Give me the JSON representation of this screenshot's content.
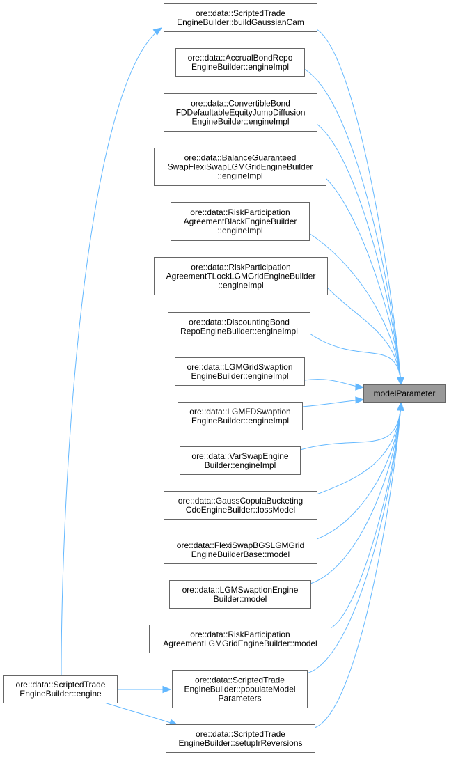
{
  "target": {
    "lines": [
      "modelParameter"
    ]
  },
  "root": {
    "lines": [
      "ore::data::ScriptedTrade",
      "EngineBuilder::engine"
    ]
  },
  "callers": [
    {
      "lines": [
        "ore::data::ScriptedTrade",
        "EngineBuilder::buildGaussianCam"
      ]
    },
    {
      "lines": [
        "ore::data::AccrualBondRepo",
        "EngineBuilder::engineImpl"
      ]
    },
    {
      "lines": [
        "ore::data::ConvertibleBond",
        "FDDefaultableEquityJumpDiffusion",
        "EngineBuilder::engineImpl"
      ]
    },
    {
      "lines": [
        "ore::data::BalanceGuaranteed",
        "SwapFlexiSwapLGMGridEngineBuilder",
        "::engineImpl"
      ]
    },
    {
      "lines": [
        "ore::data::RiskParticipation",
        "AgreementBlackEngineBuilder",
        "::engineImpl"
      ]
    },
    {
      "lines": [
        "ore::data::RiskParticipation",
        "AgreementTLockLGMGridEngineBuilder",
        "::engineImpl"
      ]
    },
    {
      "lines": [
        "ore::data::DiscountingBond",
        "RepoEngineBuilder::engineImpl"
      ]
    },
    {
      "lines": [
        "ore::data::LGMGridSwaption",
        "EngineBuilder::engineImpl"
      ]
    },
    {
      "lines": [
        "ore::data::LGMFDSwaption",
        "EngineBuilder::engineImpl"
      ]
    },
    {
      "lines": [
        "ore::data::VarSwapEngine",
        "Builder::engineImpl"
      ]
    },
    {
      "lines": [
        "ore::data::GaussCopulaBucketing",
        "CdoEngineBuilder::lossModel"
      ]
    },
    {
      "lines": [
        "ore::data::FlexiSwapBGSLGMGrid",
        "EngineBuilderBase::model"
      ]
    },
    {
      "lines": [
        "ore::data::LGMSwaptionEngine",
        "Builder::model"
      ]
    },
    {
      "lines": [
        "ore::data::RiskParticipation",
        "AgreementLGMGridEngineBuilder::model"
      ]
    },
    {
      "lines": [
        "ore::data::ScriptedTrade",
        "EngineBuilder::populateModel",
        "Parameters"
      ]
    },
    {
      "lines": [
        "ore::data::ScriptedTrade",
        "EngineBuilder::setupIrReversions"
      ]
    }
  ],
  "colors": {
    "edge": "#63b8ff",
    "target_fill": "#999999"
  }
}
